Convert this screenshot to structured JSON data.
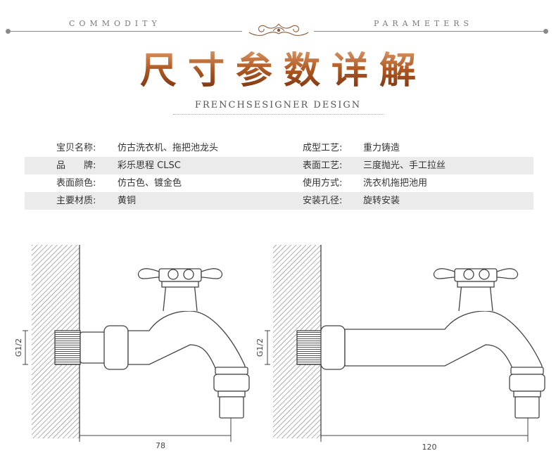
{
  "header": {
    "left_word": "COMMODITY",
    "right_word": "PARAMETERS"
  },
  "title": "尺寸参数详解",
  "subtitle": "FRENCHSESIGNER DESIGN",
  "params": [
    {
      "label1": "宝贝名称:",
      "value1": "仿古洗衣机、拖把池龙头",
      "label2": "成型工艺:",
      "value2": "重力铸造"
    },
    {
      "label1": "品　　牌:",
      "value1": "彩乐思程 CLSC",
      "label2": "表面工艺:",
      "value2": "三度抛光、手工拉丝"
    },
    {
      "label1": "表面颜色:",
      "value1": "仿古色、镀金色",
      "label2": "使用方式:",
      "value2": "洗衣机拖把池用"
    },
    {
      "label1": "主要材质:",
      "value1": "黄铜",
      "label2": "安装孔径:",
      "value2": "旋转安装"
    }
  ],
  "diagrams": [
    {
      "thread_label": "G1/2",
      "length_label": "78"
    },
    {
      "thread_label": "G1/2",
      "length_label": "120"
    }
  ],
  "colors": {
    "title_gradient_top": "#e0a070",
    "title_gradient_bottom": "#6e2a0c",
    "row_shade": "#ebebeb",
    "line": "#444444"
  }
}
